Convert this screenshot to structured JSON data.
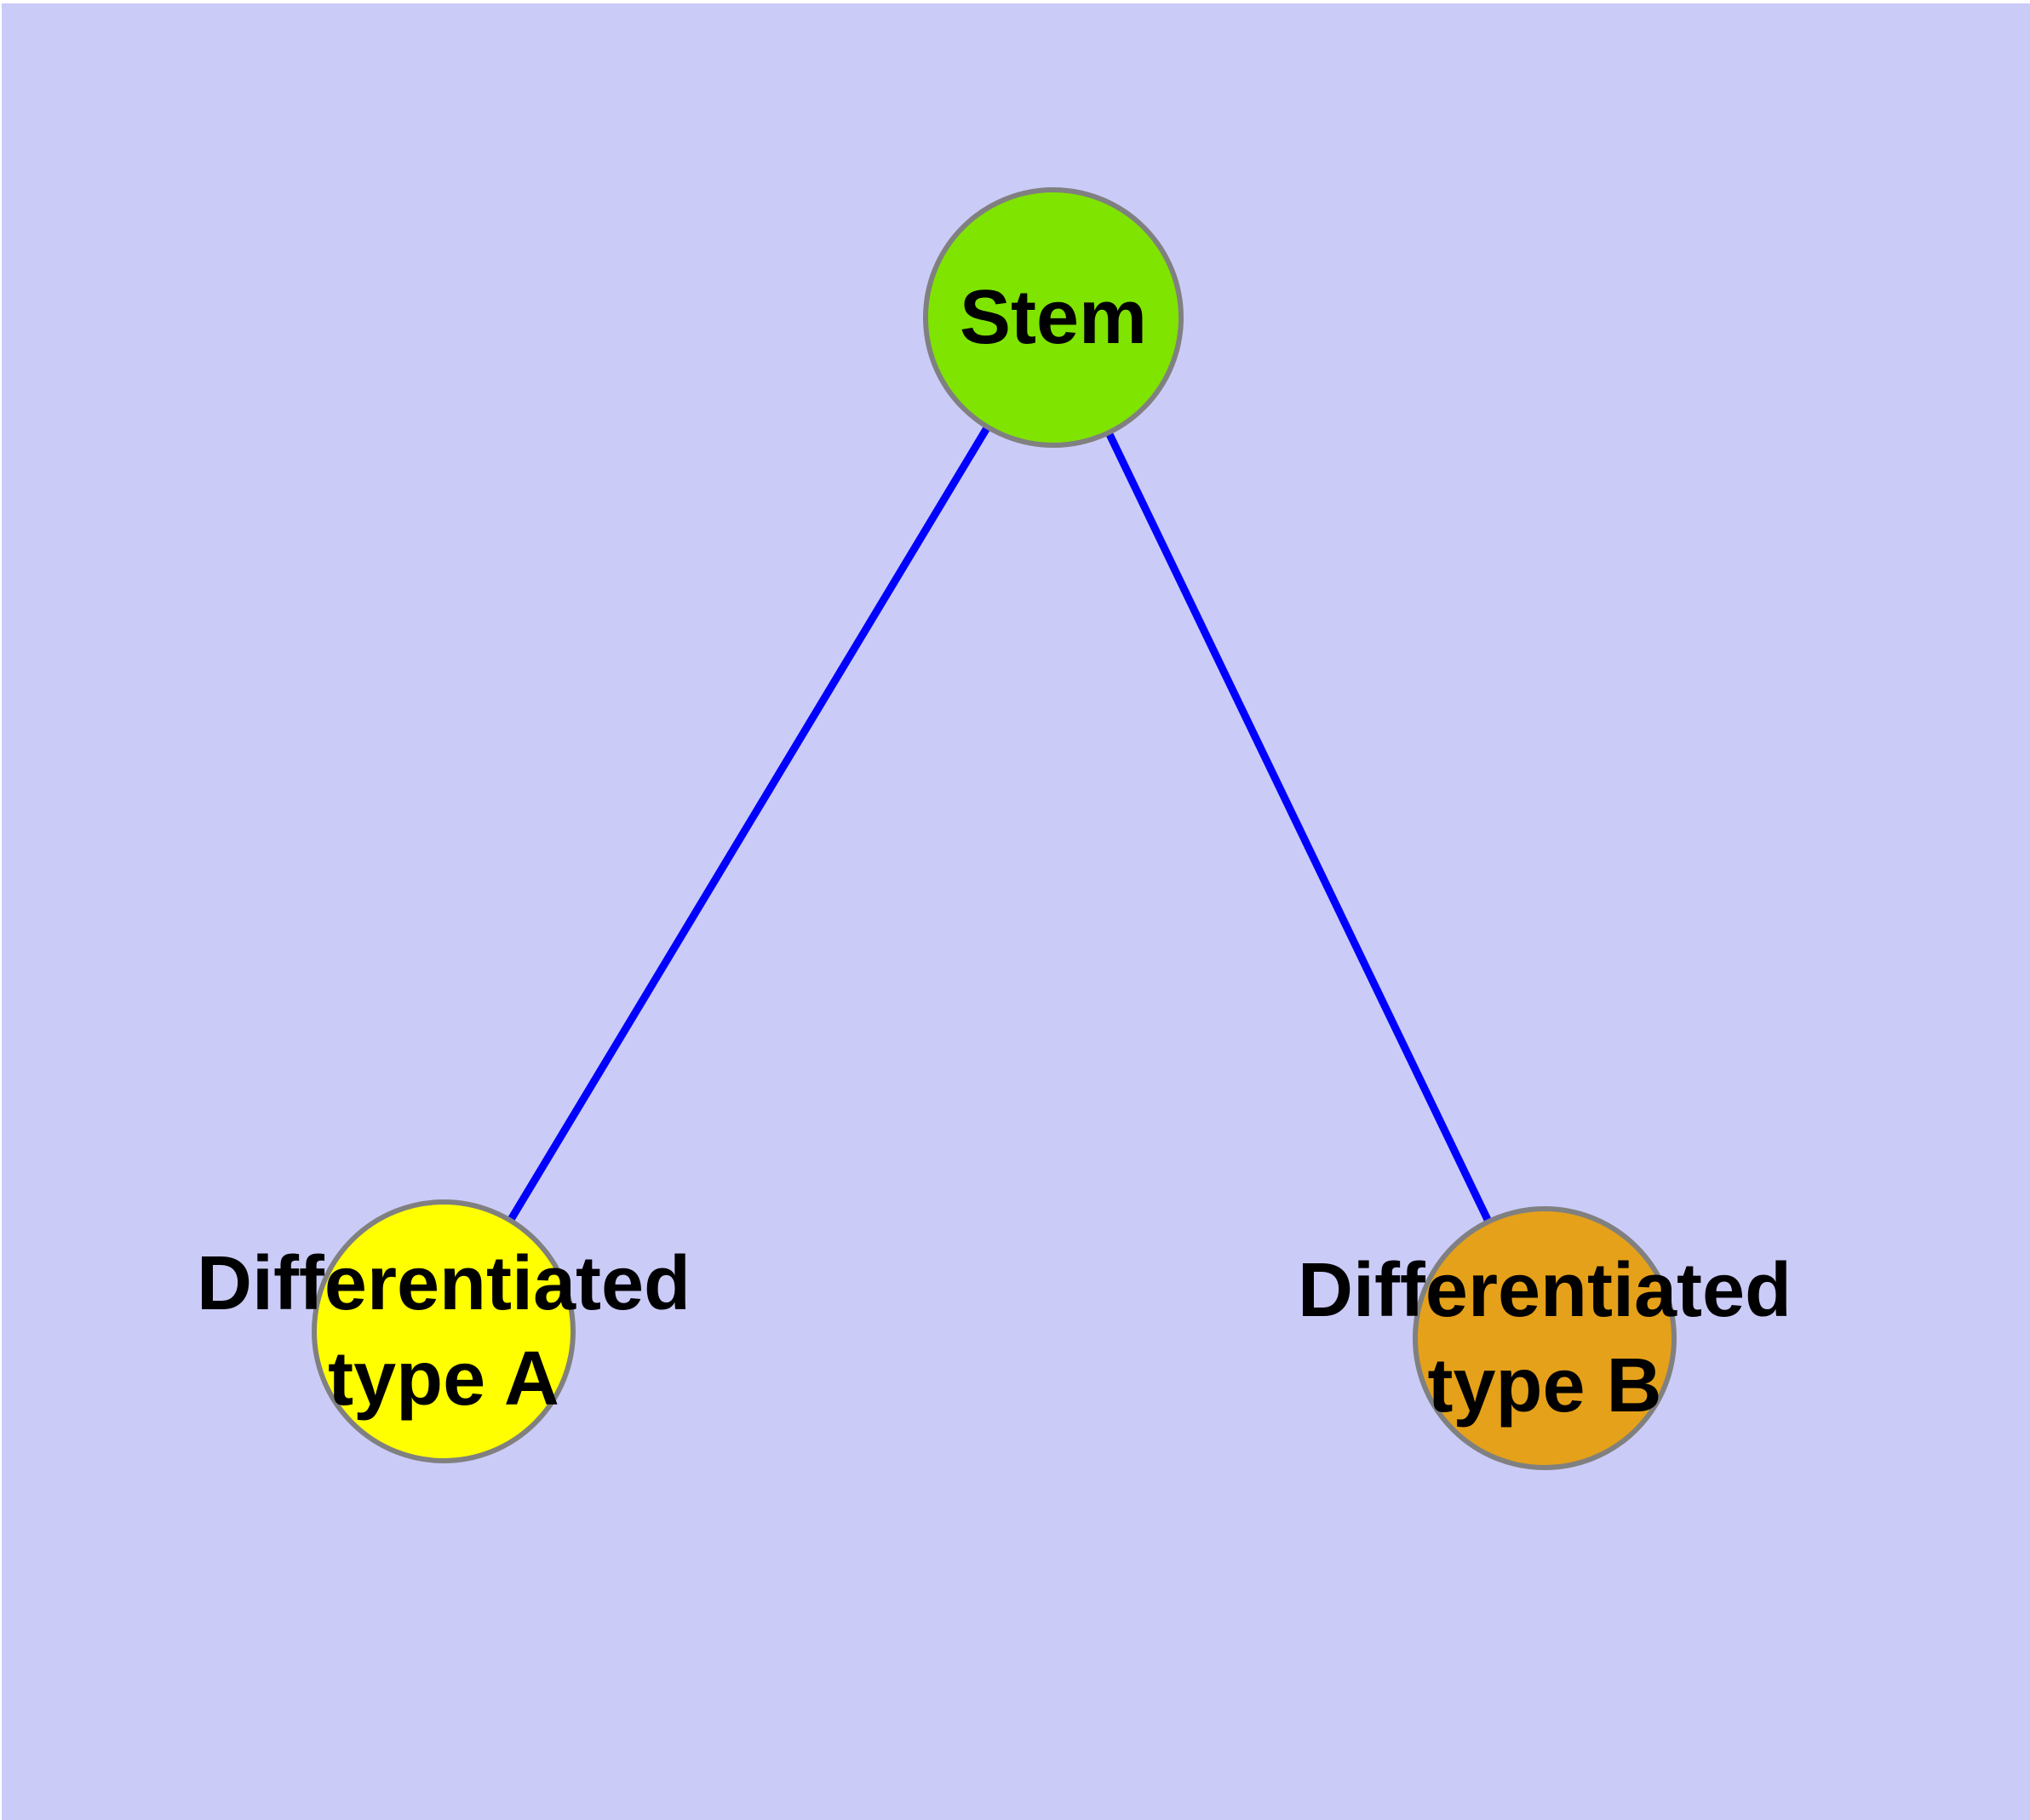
{
  "diagram": {
    "type": "graph",
    "background_color": "#CBCBF8",
    "edge_color": "#0000FF",
    "node_border_color": "#808080",
    "label_color": "#000000",
    "nodes": [
      {
        "id": "stem",
        "label": "Stem",
        "lines": [
          "Stem"
        ],
        "color": "#7FE400"
      },
      {
        "id": "differentiated-type-a",
        "label": "Differentiated type A",
        "lines": [
          "Differentiated",
          "type A"
        ],
        "color": "#FFFF00"
      },
      {
        "id": "differentiated-type-b",
        "label": "Differentiated type B",
        "lines": [
          "Differentiated",
          "type B"
        ],
        "color": "#E5A119"
      }
    ],
    "edges": [
      {
        "from": "stem",
        "to": "differentiated-type-a"
      },
      {
        "from": "stem",
        "to": "differentiated-type-b"
      }
    ]
  }
}
